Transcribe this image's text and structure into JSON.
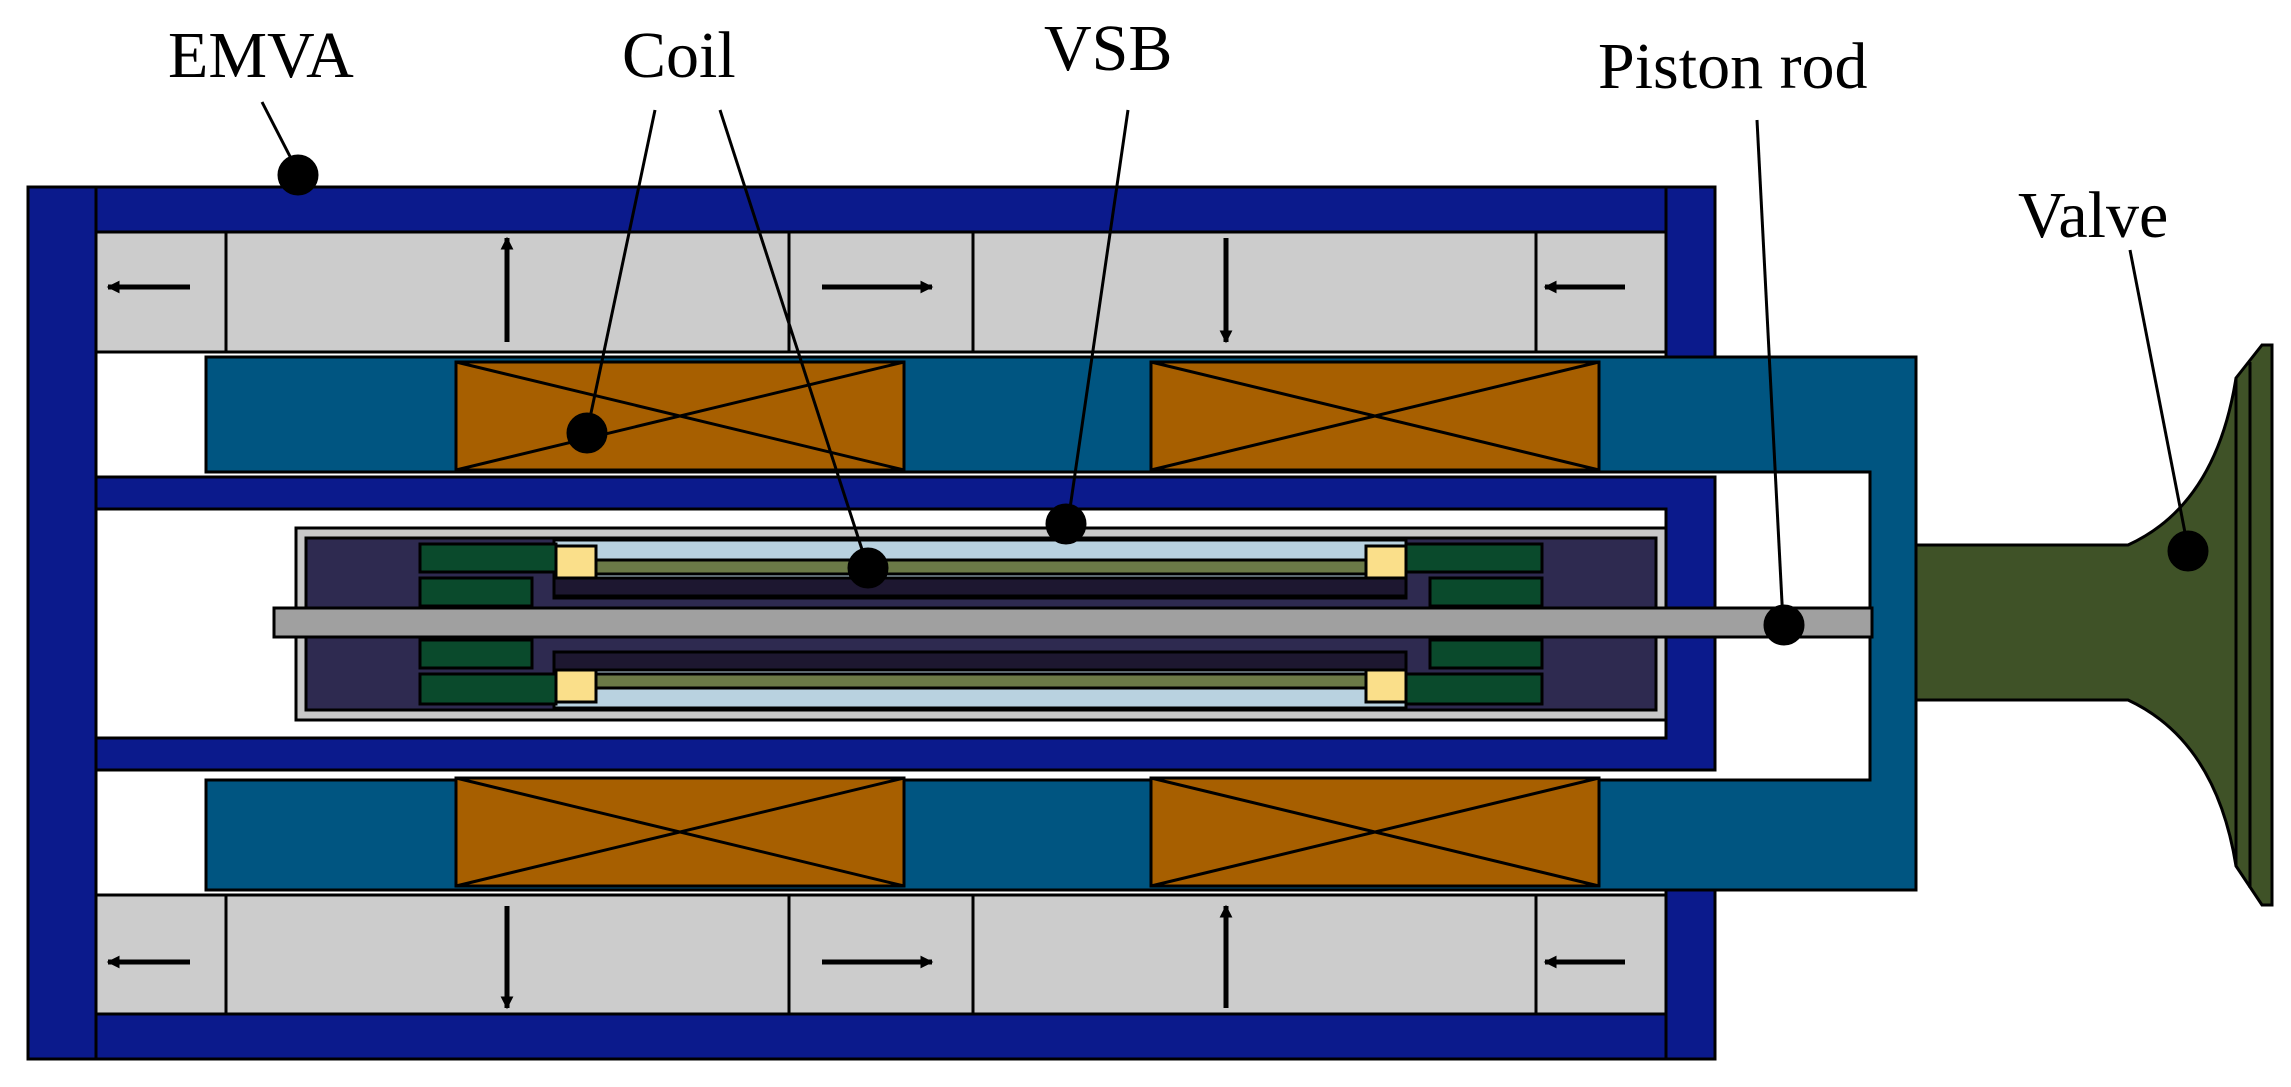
{
  "labels": {
    "emva": "EMVA",
    "coil": "Coil",
    "vsb": "VSB",
    "piston_rod": "Piston rod",
    "valve": "Valve"
  },
  "colors": {
    "housing": "#0b1a8c",
    "magnet": "#cccccc",
    "armature": "#005581",
    "coil": "#a75f00",
    "valve": "#3f5227",
    "rod": "#a0a0a0",
    "damper_body": "#2e2a50",
    "damper_ring": "#0a4a2c",
    "damper_insert": "#fadf8a",
    "damper_spring": "#6b7a47"
  },
  "icons": {
    "magnetization_arrows": [
      "arrow-left",
      "arrow-up",
      "arrow-right",
      "arrow-down",
      "arrow-left"
    ],
    "coil_cross_mark": "x-mark"
  }
}
